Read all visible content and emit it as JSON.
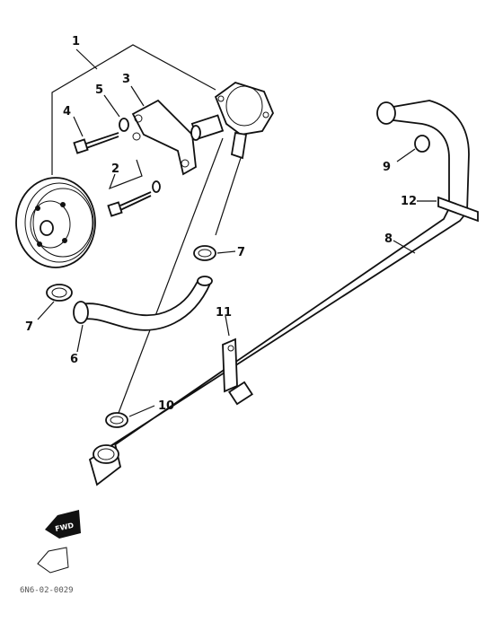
{
  "callouts": [
    {
      "id": "c1",
      "text": "1"
    },
    {
      "id": "c2",
      "text": "2"
    },
    {
      "id": "c3",
      "text": "3"
    },
    {
      "id": "c4",
      "text": "4"
    },
    {
      "id": "c5",
      "text": "5"
    },
    {
      "id": "c6",
      "text": "6"
    },
    {
      "id": "c7a",
      "text": "7"
    },
    {
      "id": "c7b",
      "text": "7"
    },
    {
      "id": "c8",
      "text": "8"
    },
    {
      "id": "c9",
      "text": "9"
    },
    {
      "id": "c10",
      "text": "10"
    },
    {
      "id": "c11",
      "text": "11"
    },
    {
      "id": "c12",
      "text": "12"
    }
  ],
  "fwd_label": "FWD",
  "drawing_code": "6N6-02-0029"
}
